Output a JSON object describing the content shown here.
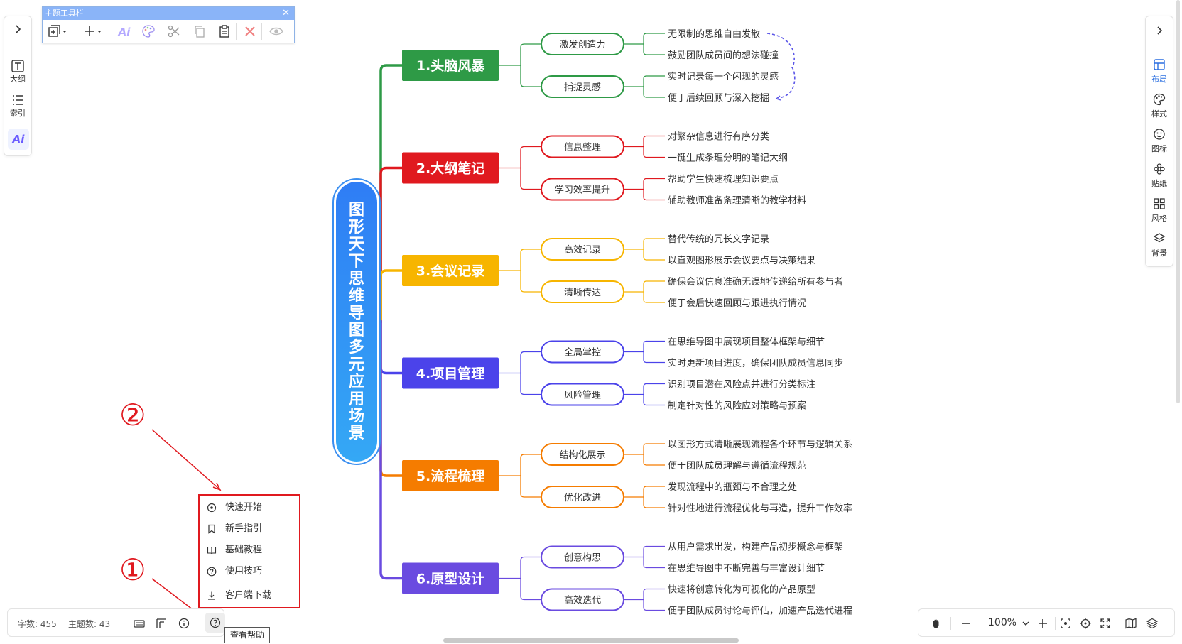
{
  "left_panel": {
    "outline_label": "大纲",
    "index_label": "索引",
    "ai_label": "Ai"
  },
  "topic_toolbar": {
    "title": "主题工具栏",
    "close": "✕",
    "ai_label": "Ai"
  },
  "right_panel": {
    "items": [
      {
        "label": "布局",
        "icon": "layout-icon",
        "active": true
      },
      {
        "label": "样式",
        "icon": "palette-icon",
        "active": false
      },
      {
        "label": "图标",
        "icon": "smiley-icon",
        "active": false
      },
      {
        "label": "贴纸",
        "icon": "flower-icon",
        "active": false
      },
      {
        "label": "风格",
        "icon": "grid-icon",
        "active": false
      },
      {
        "label": "背景",
        "icon": "layers-icon",
        "active": false
      }
    ]
  },
  "mindmap": {
    "central_topic": "图形天下思维导图多元应用场景",
    "branches": [
      {
        "label": "1.头脑风暴",
        "color": "#2e9a46",
        "subs": [
          {
            "label": "激发创造力",
            "leaves": [
              "无限制的思维自由发散",
              "鼓励团队成员间的想法碰撞"
            ]
          },
          {
            "label": "捕捉灵感",
            "leaves": [
              "实时记录每一个闪现的灵感",
              "便于后续回顾与深入挖掘"
            ]
          }
        ]
      },
      {
        "label": "2.大纲笔记",
        "color": "#e0191f",
        "subs": [
          {
            "label": "信息整理",
            "leaves": [
              "对繁杂信息进行有序分类",
              "一键生成条理分明的笔记大纲"
            ]
          },
          {
            "label": "学习效率提升",
            "leaves": [
              "帮助学生快速梳理知识要点",
              "辅助教师准备条理清晰的教学材料"
            ]
          }
        ]
      },
      {
        "label": "3.会议记录",
        "color": "#f7b500",
        "subs": [
          {
            "label": "高效记录",
            "leaves": [
              "替代传统的冗长文字记录",
              "以直观图形展示会议要点与决策结果"
            ]
          },
          {
            "label": "清晰传达",
            "leaves": [
              "确保会议信息准确无误地传递给所有参与者",
              "便于会后快速回顾与跟进执行情况"
            ]
          }
        ]
      },
      {
        "label": "4.项目管理",
        "color": "#4b43ea",
        "subs": [
          {
            "label": "全局掌控",
            "leaves": [
              "在思维导图中展现项目整体框架与细节",
              "实时更新项目进度，确保团队成员信息同步"
            ]
          },
          {
            "label": "风险管理",
            "leaves": [
              "识别项目潜在风险点并进行分类标注",
              "制定针对性的风险应对策略与预案"
            ]
          }
        ]
      },
      {
        "label": "5.流程梳理",
        "color": "#f57c00",
        "subs": [
          {
            "label": "结构化展示",
            "leaves": [
              "以图形方式清晰展现流程各个环节与逻辑关系",
              "便于团队成员理解与遵循流程规范"
            ]
          },
          {
            "label": "优化改进",
            "leaves": [
              "发现流程中的瓶颈与不合理之处",
              "针对性地进行流程优化与再造，提升工作效率"
            ]
          }
        ]
      },
      {
        "label": "6.原型设计",
        "color": "#6a4be0",
        "subs": [
          {
            "label": "创意构思",
            "leaves": [
              "从用户需求出发，构建产品初步概念与框架",
              "在思维导图中不断完善与丰富设计细节"
            ]
          },
          {
            "label": "高效迭代",
            "leaves": [
              "快速将创意转化为可视化的产品原型",
              "便于团队成员讨论与评估，加速产品迭代进程"
            ]
          }
        ]
      }
    ]
  },
  "annotations": {
    "marker_1": "①",
    "marker_2": "②",
    "color": "#e0191f"
  },
  "help_menu": {
    "items": [
      {
        "label": "快速开始",
        "icon": "target-icon"
      },
      {
        "label": "新手指引",
        "icon": "bookmark-icon"
      },
      {
        "label": "基础教程",
        "icon": "book-icon"
      },
      {
        "label": "使用技巧",
        "icon": "question-icon"
      },
      {
        "label": "客户端下载",
        "icon": "download-icon"
      }
    ]
  },
  "status_bar": {
    "word_count": "字数: 455",
    "topic_count": "主题数: 43",
    "help_tooltip": "查看帮助"
  },
  "zoom_bar": {
    "zoom_level": "100%"
  }
}
